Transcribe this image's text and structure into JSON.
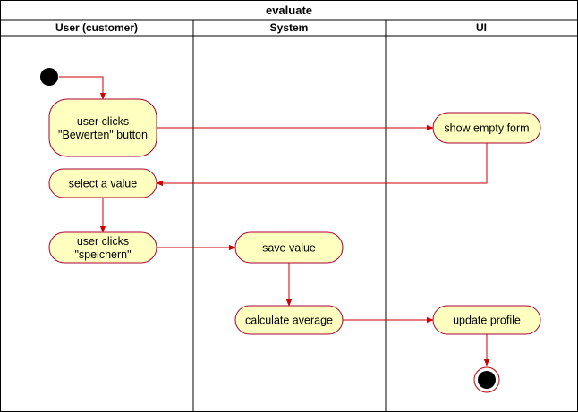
{
  "diagram": {
    "title": "evaluate",
    "lanes": [
      {
        "id": "customer",
        "label": "User (customer)"
      },
      {
        "id": "system",
        "label": "System"
      },
      {
        "id": "ui",
        "label": "UI"
      }
    ],
    "nodes": [
      {
        "id": "start",
        "kind": "initial"
      },
      {
        "id": "click_bewerten",
        "kind": "action",
        "lines": [
          "user clicks",
          "\"Bewerten\" button"
        ]
      },
      {
        "id": "show_form",
        "kind": "action",
        "lines": [
          "show empty form"
        ]
      },
      {
        "id": "select_value",
        "kind": "action",
        "lines": [
          "select a value"
        ]
      },
      {
        "id": "click_speichern",
        "kind": "action",
        "lines": [
          "user clicks",
          "\"speichern\""
        ]
      },
      {
        "id": "save_value",
        "kind": "action",
        "lines": [
          "save value"
        ]
      },
      {
        "id": "calc_average",
        "kind": "action",
        "lines": [
          "calculate average"
        ]
      },
      {
        "id": "update_profile",
        "kind": "action",
        "lines": [
          "update profile"
        ]
      },
      {
        "id": "end",
        "kind": "final"
      }
    ],
    "edges": [
      {
        "from": "start",
        "to": "click_bewerten"
      },
      {
        "from": "click_bewerten",
        "to": "show_form"
      },
      {
        "from": "show_form",
        "to": "select_value"
      },
      {
        "from": "select_value",
        "to": "click_speichern"
      },
      {
        "from": "click_speichern",
        "to": "save_value"
      },
      {
        "from": "save_value",
        "to": "calc_average"
      },
      {
        "from": "calc_average",
        "to": "update_profile"
      },
      {
        "from": "update_profile",
        "to": "end"
      }
    ],
    "colors": {
      "action_fill": "#ffffc0",
      "action_stroke": "#a80036",
      "edge": "#cc0000",
      "frame": "#000000",
      "node_dot": "#000000"
    }
  }
}
